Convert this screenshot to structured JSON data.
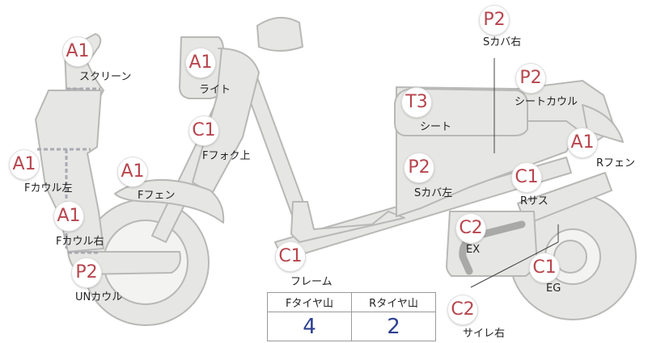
{
  "colors": {
    "body_fill": "#e6e6e4",
    "body_stroke": "#b8b8b6",
    "badge_text": "#b8454d",
    "value_text": "#2e4191"
  },
  "parts": [
    {
      "id": "screen",
      "code": "A1",
      "label": "スクリーン"
    },
    {
      "id": "light",
      "code": "A1",
      "label": "ライト"
    },
    {
      "id": "s-cover-right",
      "code": "P2",
      "label": "Sカバ右"
    },
    {
      "id": "seat-cowl",
      "code": "P2",
      "label": "シートカウル"
    },
    {
      "id": "seat",
      "code": "T3",
      "label": "シート"
    },
    {
      "id": "f-fork-upper",
      "code": "C1",
      "label": "Fフォク上"
    },
    {
      "id": "r-fender",
      "code": "A1",
      "label": "Rフェン"
    },
    {
      "id": "f-cowl-left",
      "code": "A1",
      "label": "Fカウル左"
    },
    {
      "id": "f-fender",
      "code": "A1",
      "label": "Fフェン"
    },
    {
      "id": "s-cover-left",
      "code": "P2",
      "label": "Sカバ左"
    },
    {
      "id": "r-suspension",
      "code": "C1",
      "label": "Rサス"
    },
    {
      "id": "f-cowl-right",
      "code": "A1",
      "label": "Fカウル右"
    },
    {
      "id": "exhaust",
      "code": "C2",
      "label": "EX"
    },
    {
      "id": "frame",
      "code": "C1",
      "label": "フレーム"
    },
    {
      "id": "under-cowl",
      "code": "P2",
      "label": "UNカウル"
    },
    {
      "id": "engine",
      "code": "C1",
      "label": "EG"
    },
    {
      "id": "silencer-right",
      "code": "C2",
      "label": "サイレ右"
    }
  ],
  "tire": {
    "front_label": "Fタイヤ山",
    "rear_label": "Rタイヤ山",
    "front_value": "4",
    "rear_value": "2"
  }
}
